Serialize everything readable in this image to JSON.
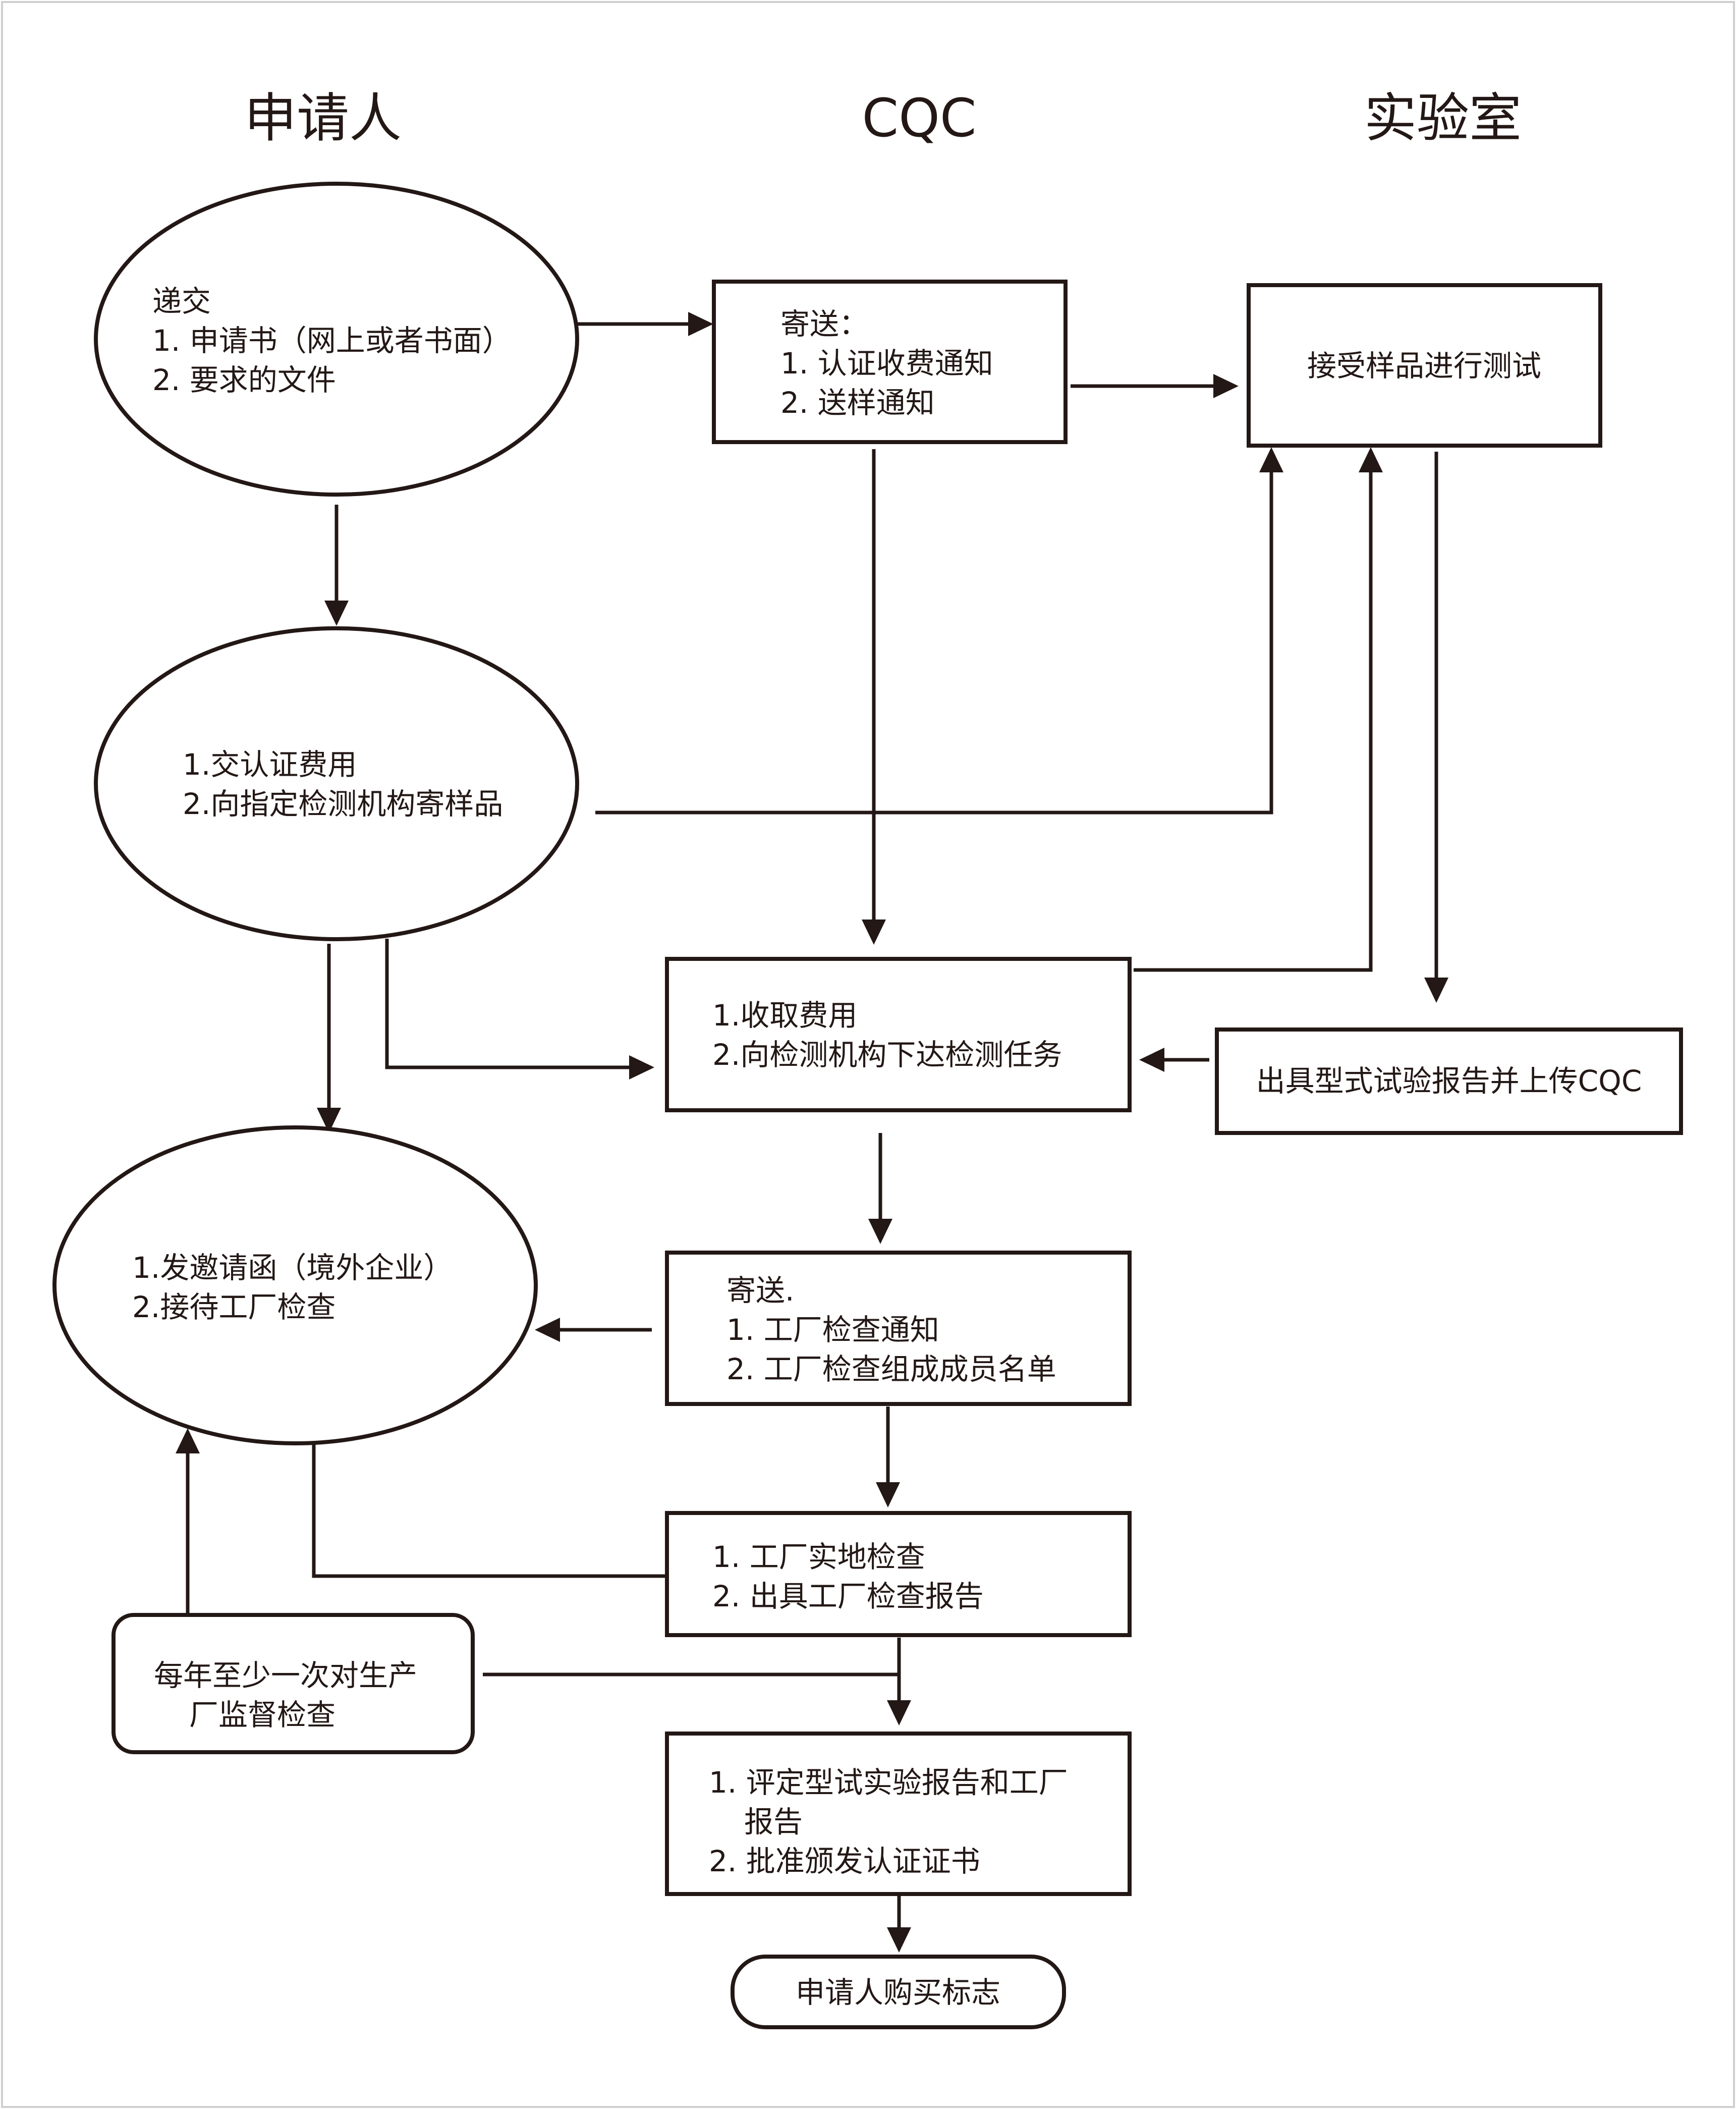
{
  "columns": {
    "applicant": "申请人",
    "cqc": "CQC",
    "lab": "实验室"
  },
  "nodes": {
    "submit": {
      "lines": [
        "递交",
        "1. 申请书（网上或者书面）",
        "2. 要求的文件"
      ]
    },
    "send_notice": {
      "lines": [
        "寄送：",
        "1. 认证收费通知",
        "2. 送样通知"
      ]
    },
    "lab_test": {
      "lines": [
        "接受样品进行测试"
      ]
    },
    "pay_ship": {
      "lines": [
        "1.交认证费用",
        "2.向指定检测机构寄样品"
      ]
    },
    "collect_fee": {
      "lines": [
        "1.收取费用",
        "2.向检测机构下达检测任务"
      ]
    },
    "type_report": {
      "lines": [
        "出具型式试验报告并上传CQC"
      ]
    },
    "invite": {
      "lines": [
        "1.发邀请函（境外企业）",
        "2.接待工厂检查"
      ]
    },
    "send_inspection": {
      "lines": [
        "寄送.",
        "1. 工厂检查通知",
        "2. 工厂检查组成成员名单"
      ]
    },
    "onsite": {
      "lines": [
        "1. 工厂实地检查",
        "2. 出具工厂检查报告"
      ]
    },
    "annual": {
      "lines": [
        "每年至少一次对生产",
        "厂监督检查"
      ]
    },
    "evaluate": {
      "lines": [
        "1. 评定型试实验报告和工厂",
        "报告",
        "2. 批准颁发认证证书"
      ]
    },
    "buy_mark": {
      "lines": [
        "申请人购买标志"
      ]
    }
  },
  "colors": {
    "ink": "#231815",
    "background": "#ffffff"
  }
}
